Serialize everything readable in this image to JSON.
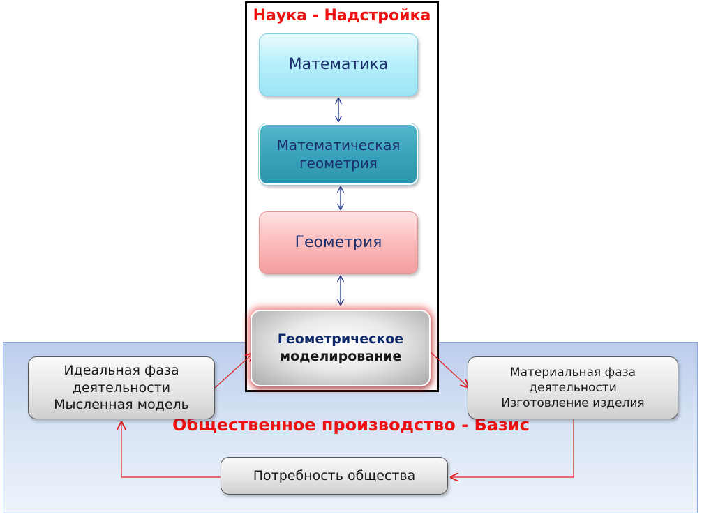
{
  "superstructure": {
    "title": "Наука - Надстройка"
  },
  "base": {
    "title": "Общественное производство - Базис"
  },
  "nodes": {
    "mathematics": "Математика",
    "math_geometry": [
      "Математическая",
      "геометрия"
    ],
    "geometry": "Геометрия",
    "geometric_modeling": [
      "Геометрическое",
      "моделирование"
    ],
    "ideal_phase": [
      "Идеальная фаза",
      "деятельности",
      "Мысленная модель"
    ],
    "material_phase": [
      "Материальная фаза",
      "деятельности",
      "Изготовление изделия"
    ],
    "society_need": "Потребность общества"
  },
  "colors": {
    "title_red": "#ee1111",
    "arrow_blue": "#2e3f8f",
    "arrow_red": "#e02020"
  }
}
